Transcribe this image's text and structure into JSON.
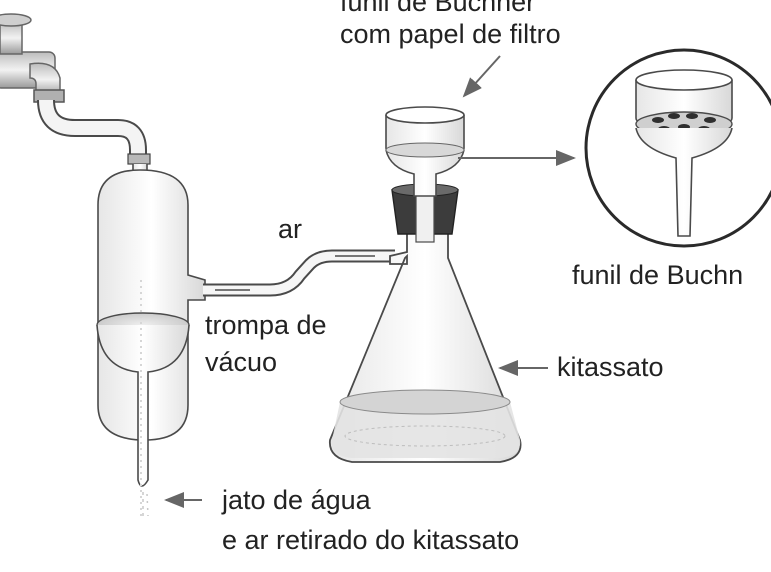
{
  "labels": {
    "funnel_top_line1": "funil de Buchner",
    "funnel_top_line2": "com papel de filtro",
    "air": "ar",
    "trompa_line1": "trompa de",
    "trompa_line2": "vácuo",
    "kitassato": "kitassato",
    "funil_buchner": "funil de Buchn",
    "jet_line1": "jato de água",
    "jet_line2": "e ar retirado do kitassato"
  },
  "colors": {
    "line": "#4a4a4a",
    "shade": "#c8c8c8",
    "dark_shade": "#555555",
    "stopper": "#3a3a3a",
    "water": "#bdbdbd"
  },
  "icons": [
    "faucet-icon",
    "vacuum-trompe-icon",
    "buchner-funnel-icon",
    "kitassato-flask-icon",
    "magnified-funnel-icon",
    "arrow-icon"
  ]
}
